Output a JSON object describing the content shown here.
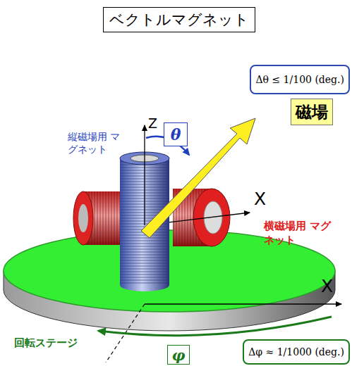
{
  "diagram": {
    "nodes": [
      {
        "text": [
          "ベクトルマグネット"
        ]
      },
      {
        "text": [
          "Δθ ≤ 1/100 (deg.)"
        ]
      },
      {
        "text": [
          "磁場"
        ]
      },
      {
        "text": [
          "θ"
        ]
      },
      {
        "text": [
          "φ"
        ]
      },
      {
        "text": [
          "Δφ ≈ 1/1000 (deg.)"
        ]
      }
    ],
    "labels": [
      "Z",
      "縦磁場用 マグネット",
      "X",
      "横磁場用 マグネット",
      "X",
      "回転ステージ"
    ]
  }
}
